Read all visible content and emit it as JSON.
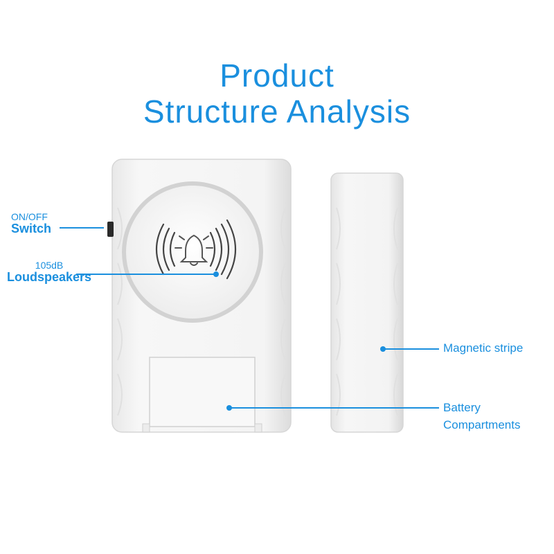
{
  "title": {
    "line1": "Product",
    "line2": "Structure Analysis"
  },
  "callouts": {
    "switch": {
      "small": "ON/OFF",
      "big": "Switch"
    },
    "speaker": {
      "small": "105dB",
      "big": "Loudspeakers"
    },
    "magnet": {
      "text": "Magnetic stripe"
    },
    "battery": {
      "line1": "Battery",
      "line2": "Compartments"
    }
  },
  "colors": {
    "accent": "#1a8fde",
    "device_body": "#f2f2f2",
    "speaker_ring": "#cfcfcf"
  },
  "icons": [
    "bell-icon",
    "sound-waves-icon"
  ]
}
